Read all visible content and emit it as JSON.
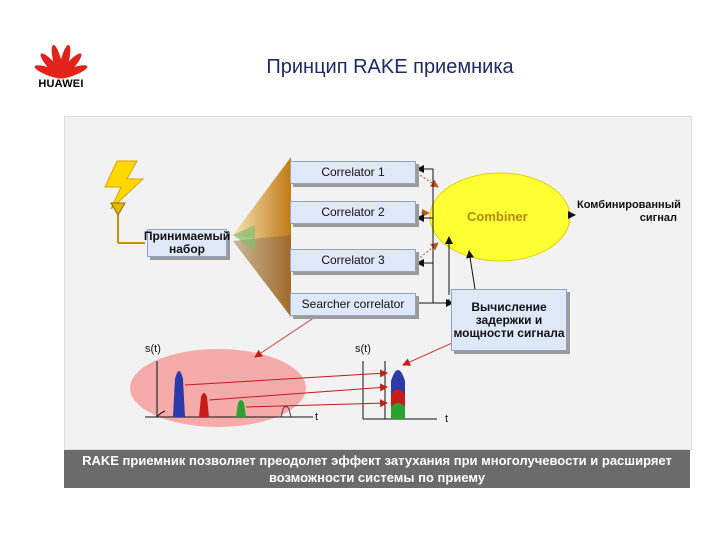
{
  "brand": {
    "name": "HUAWEI",
    "logo_icon": "huawei-petal-logo-icon",
    "logo_color": "#e2231a"
  },
  "title": "Принцип RAKE приемника",
  "diagram": {
    "correlators": [
      "Correlator 1",
      "Correlator 2",
      "Correlator 3",
      "Searcher correlator"
    ],
    "combiner": "Combiner",
    "input_label": "Принимаемый набор",
    "output_label": "Комбинированный сигнал",
    "calc_label": "Вычисление задержки и мощности сигнала",
    "plot_left": {
      "y_label": "s(t)",
      "x_label": "t"
    },
    "plot_right": {
      "y_label": "s(t)",
      "x_label": "t"
    },
    "colors": {
      "blue": "#2b3aa8",
      "red": "#c8191b",
      "green": "#2aa232",
      "combiner_fill": "#ffff33",
      "signal_cloud": "#f6a3a3"
    }
  },
  "caption": "RAKE приемник позволяет преодолет эффект затухания при многолучевости и расширяет возможности системы по приему"
}
